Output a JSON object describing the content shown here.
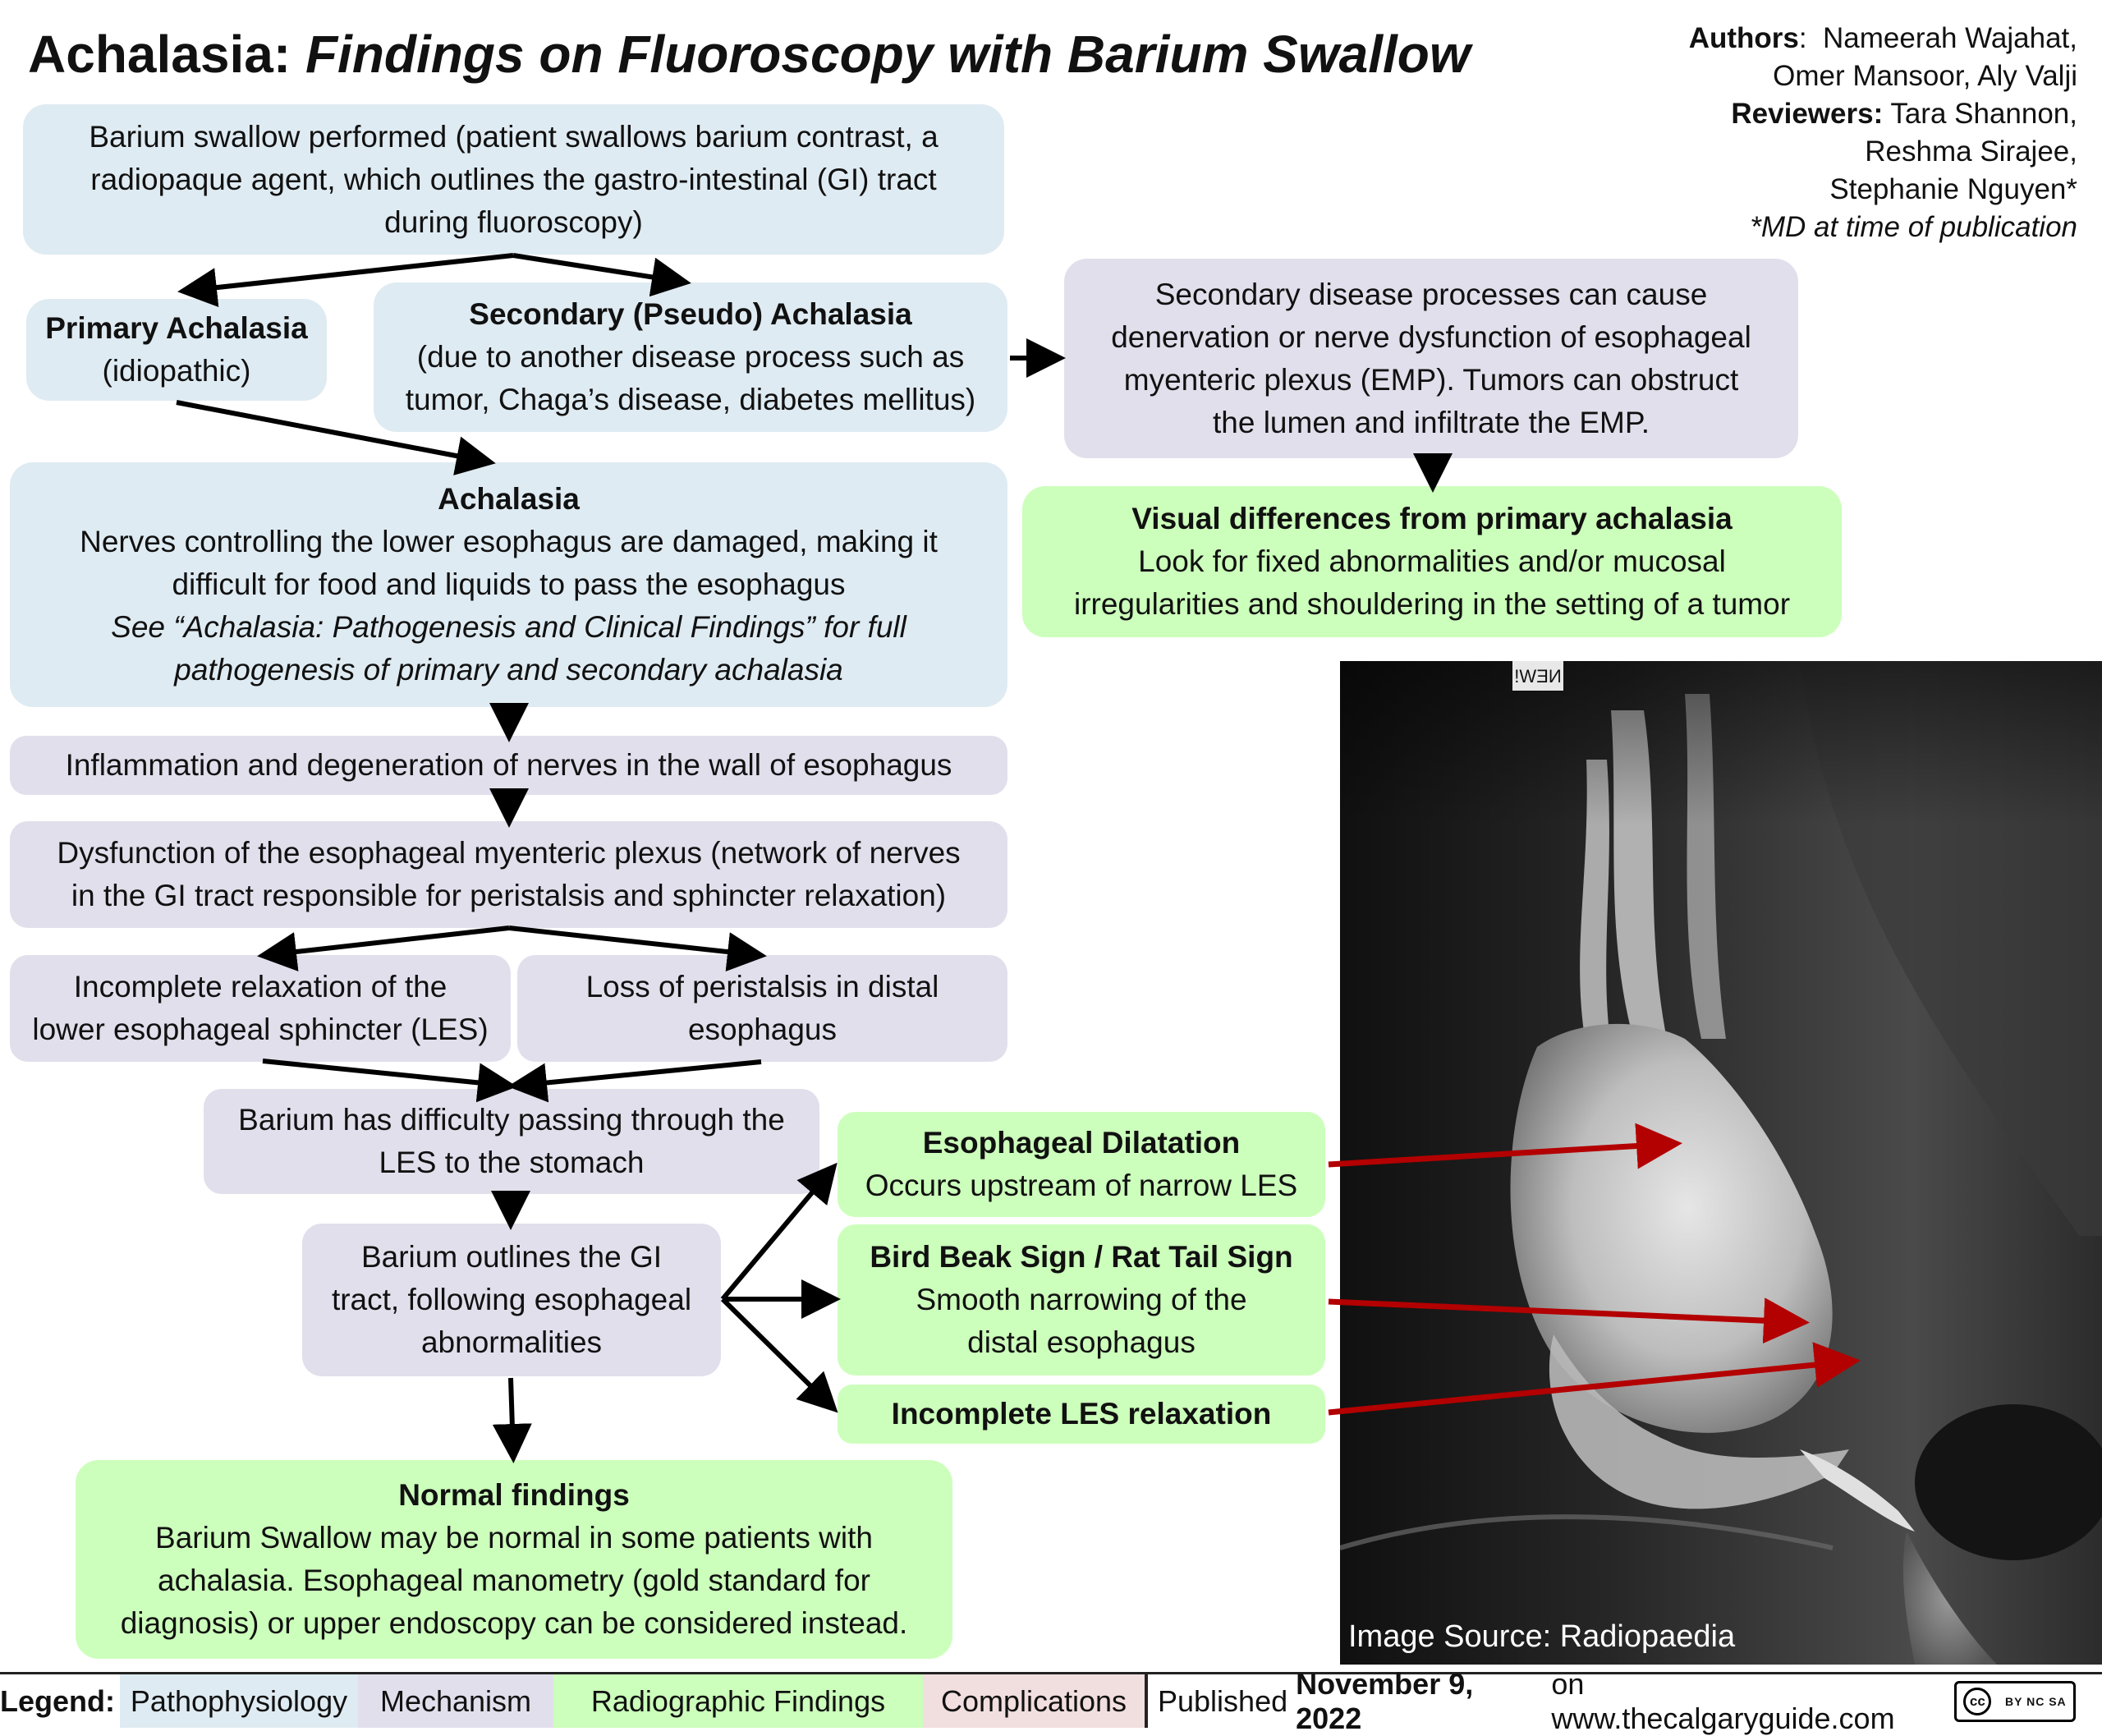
{
  "title": {
    "main": "Achalasia:",
    "sub": "Findings on Fluoroscopy with Barium Swallow"
  },
  "credits": {
    "authors_label": "Authors",
    "authors_line1": "Nameerah Wajahat,",
    "authors_line2": "Omer Mansoor, Aly Valji",
    "reviewers_label": "Reviewers:",
    "reviewers_line1": "Tara Shannon,",
    "reviewers_line2": "Reshma Sirajee,",
    "reviewers_line3": "Stephanie Nguyen*",
    "note": "*MD at time of publication"
  },
  "boxes": {
    "barium_swallow": {
      "l1": "Barium swallow performed (patient swallows barium contrast, a",
      "l2": "radiopaque agent, which outlines the gastro-intestinal (GI) tract",
      "l3": "during fluoroscopy)"
    },
    "primary": {
      "title": "Primary Achalasia",
      "sub": "(idiopathic)"
    },
    "secondary": {
      "title": "Secondary (Pseudo) Achalasia",
      "l1": "(due to another disease process such as",
      "l2": "tumor, Chaga’s disease, diabetes mellitus)"
    },
    "secondary_cause": {
      "l1": "Secondary disease processes can cause",
      "l2": "denervation or nerve dysfunction of esophageal",
      "l3": "myenteric plexus (EMP). Tumors can obstruct",
      "l4": "the lumen and infiltrate the EMP."
    },
    "visual_diff": {
      "title": "Visual differences from primary achalasia",
      "l1": "Look for fixed abnormalities and/or mucosal",
      "l2": "irregularities and shouldering in the setting of a tumor"
    },
    "achalasia": {
      "title": "Achalasia",
      "l1": "Nerves controlling the lower esophagus are damaged, making it",
      "l2": "difficult for food and liquids to pass the esophagus",
      "l3": "See “Achalasia: Pathogenesis and Clinical Findings” for full",
      "l4": "pathogenesis of primary and secondary achalasia"
    },
    "inflammation": {
      "text": "Inflammation and degeneration of nerves in the wall of esophagus"
    },
    "dysfunction": {
      "l1": "Dysfunction of the esophageal myenteric plexus (network of nerves",
      "l2": "in the GI tract responsible for peristalsis and sphincter relaxation)"
    },
    "incomplete_relax": {
      "l1": "Incomplete relaxation of the",
      "l2": "lower esophageal sphincter (LES)"
    },
    "loss_peristalsis": {
      "l1": "Loss of peristalsis in distal",
      "l2": "esophagus"
    },
    "difficulty": {
      "l1": "Barium has difficulty passing through the",
      "l2": "LES to the stomach"
    },
    "outlines": {
      "l1": "Barium outlines the GI",
      "l2": "tract, following esophageal",
      "l3": "abnormalities"
    },
    "dilatation": {
      "title": "Esophageal Dilatation",
      "l1": "Occurs upstream of narrow LES"
    },
    "bird_beak": {
      "title": "Bird Beak Sign / Rat Tail Sign",
      "l1": "Smooth narrowing of the",
      "l2": "distal esophagus"
    },
    "les_relax": {
      "title": "Incomplete LES relaxation"
    },
    "normal": {
      "title": "Normal findings",
      "l1": "Barium Swallow may be normal in some patients with",
      "l2": "achalasia. Esophageal manometry (gold standard for",
      "l3": "diagnosis) or upper endoscopy can be considered instead."
    }
  },
  "image": {
    "caption": "Image Source: Radiopaedia",
    "marker": "NEW!"
  },
  "legend": {
    "label": "Legend:",
    "items": [
      "Pathophysiology",
      "Mechanism",
      "Radiographic Findings",
      "Complications"
    ],
    "colors": [
      "#dfebf2",
      "#e2dfec",
      "#ccffbb",
      "#f1dede"
    ]
  },
  "footer": {
    "published_prefix": "Published",
    "published_date": "November 9, 2022",
    "published_suffix": "on www.thecalgaryguide.com",
    "license": "BY NC SA"
  }
}
